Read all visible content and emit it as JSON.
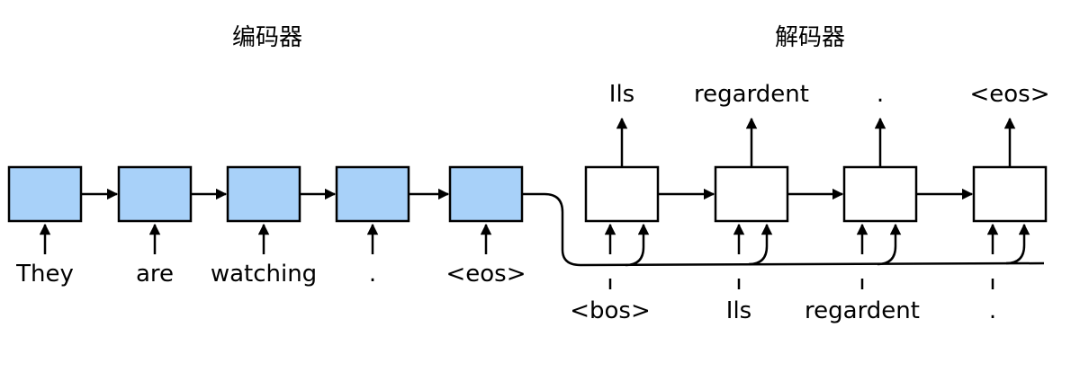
{
  "encoder": {
    "title": "编码器",
    "tokens": [
      "They",
      "are",
      "watching",
      ".",
      "<eos>"
    ],
    "box_color": "#a8d1f9"
  },
  "decoder": {
    "title": "解码器",
    "outputs": [
      "Ils",
      "regardent",
      ".",
      "<eos>"
    ],
    "inputs": [
      "<bos>",
      "Ils",
      "regardent",
      "."
    ],
    "box_color": "#ffffff"
  }
}
